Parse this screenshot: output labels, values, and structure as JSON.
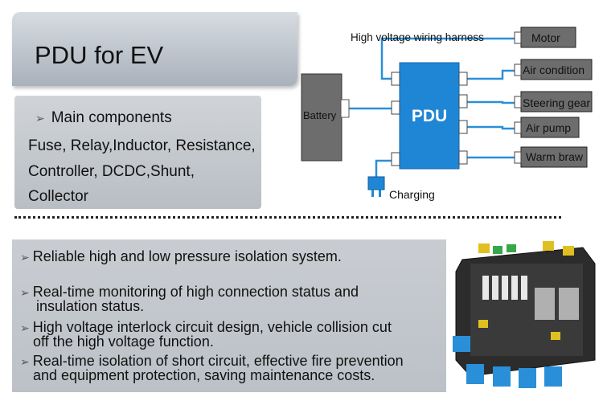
{
  "title": "PDU for EV",
  "components": {
    "heading": "Main components",
    "lines": [
      "Fuse, Relay,Inductor, Resistance,",
      "Controller, DCDC,Shunt,",
      "Collector"
    ]
  },
  "diagram": {
    "harness_label": "High voltage wiring harness",
    "battery_label": "Battery",
    "pdu_label": "PDU",
    "charging_label": "Charging",
    "outputs": [
      "Motor",
      "Air condition",
      "Steering gear",
      "Air pump",
      "Warm braw"
    ]
  },
  "features": [
    [
      "Reliable high and low pressure isolation system."
    ],
    [
      "Real-time monitoring of high connection status and",
      "insulation status."
    ],
    [
      "High voltage interlock circuit design, vehicle collision cut",
      "off the high voltage function."
    ],
    [
      "Real-time isolation of short circuit, effective fire prevention",
      "and equipment protection, saving maintenance costs."
    ]
  ],
  "colors": {
    "pdu_blue": "#1f86d6",
    "wire_blue": "#2a8fd9",
    "box_gray": "#6d6d6d"
  },
  "icons": [
    "arrow-bullet-icon",
    "charging-plug-icon",
    "pdu-box-photo"
  ]
}
